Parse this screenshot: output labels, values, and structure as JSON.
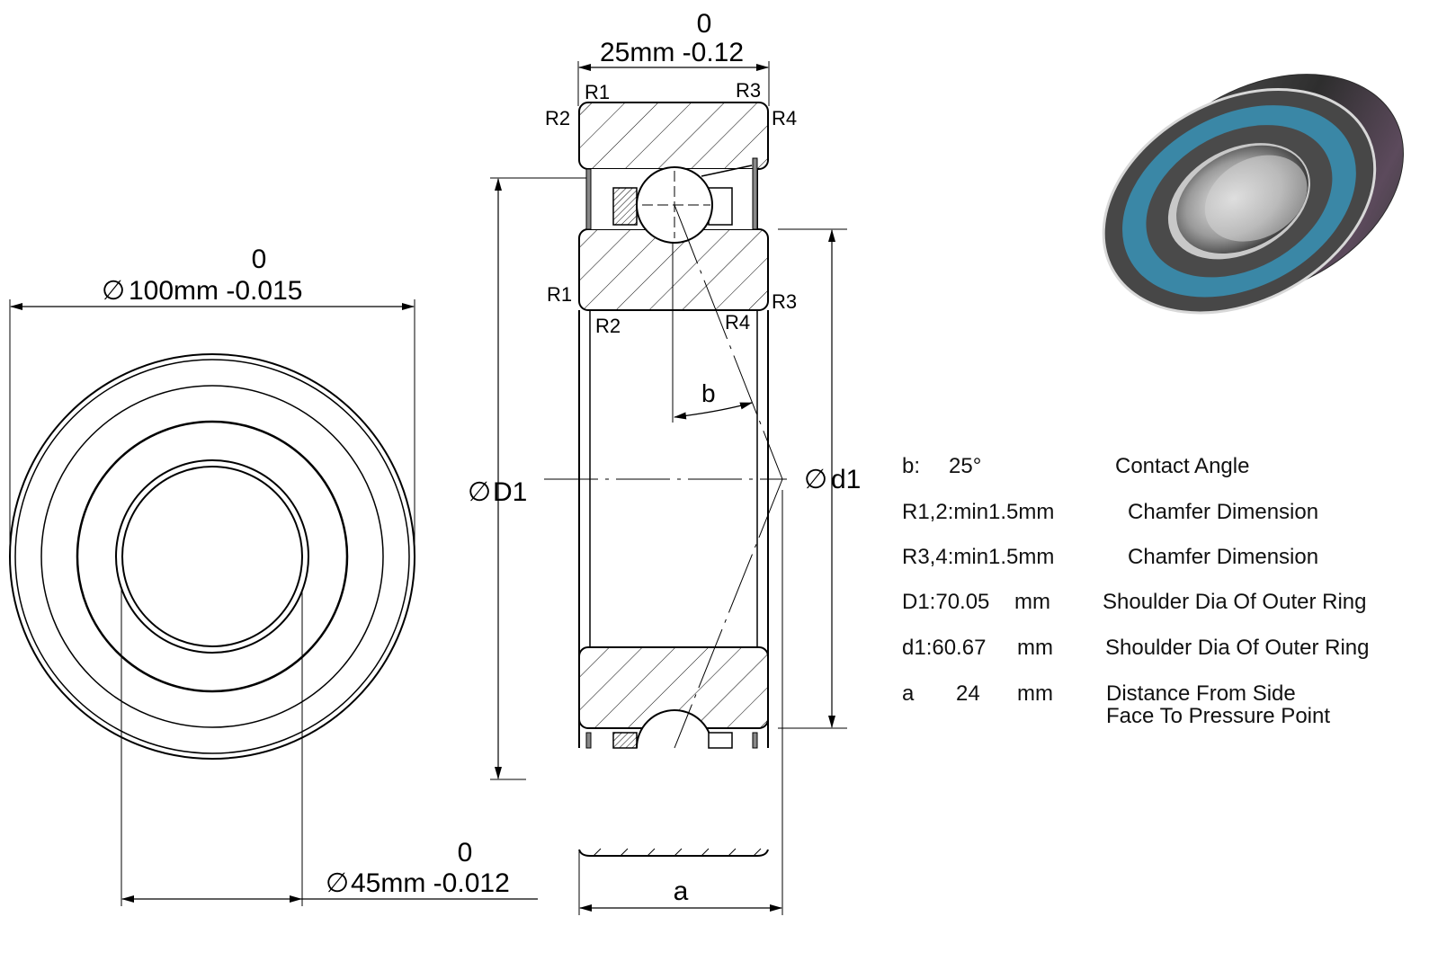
{
  "front_view": {
    "outer_tol_upper": "0",
    "outer_label": "100mm -0.015",
    "bore_tol_upper": "0",
    "bore_label": "45mm -0.012",
    "diameter_symbol": "∅"
  },
  "section_view": {
    "width_tol_upper": "0",
    "width_label": "25mm -0.12",
    "chamfer_labels_top": [
      "R1",
      "R2",
      "R3",
      "R4"
    ],
    "chamfer_labels_mid": [
      "R1",
      "R2",
      "R3",
      "R4"
    ],
    "angle_label": "b",
    "D1_label": "D1",
    "d1_label": "d1",
    "a_label": "a"
  },
  "specs": [
    {
      "label": "b:",
      "value": "25°",
      "unit": "",
      "desc": "Contact Angle"
    },
    {
      "label": "R1,2:min1.5mm",
      "value": "",
      "unit": "",
      "desc": "Chamfer Dimension"
    },
    {
      "label": "R3,4:min1.5mm",
      "value": "",
      "unit": "",
      "desc": "Chamfer Dimension"
    },
    {
      "label": "D1:70.05",
      "value": "",
      "unit": "mm",
      "desc": "Shoulder Dia Of Outer Ring"
    },
    {
      "label": "d1:60.67",
      "value": "",
      "unit": "mm",
      "desc": "Shoulder Dia Of Outer Ring"
    },
    {
      "label": "a",
      "value": "24",
      "unit": "mm",
      "desc": "Distance From Side",
      "desc2": "Face To Pressure Point"
    }
  ],
  "colors": {
    "line": "#000000",
    "seal_blue": "#3a87a6",
    "body_dark": "#3c3c3c"
  }
}
